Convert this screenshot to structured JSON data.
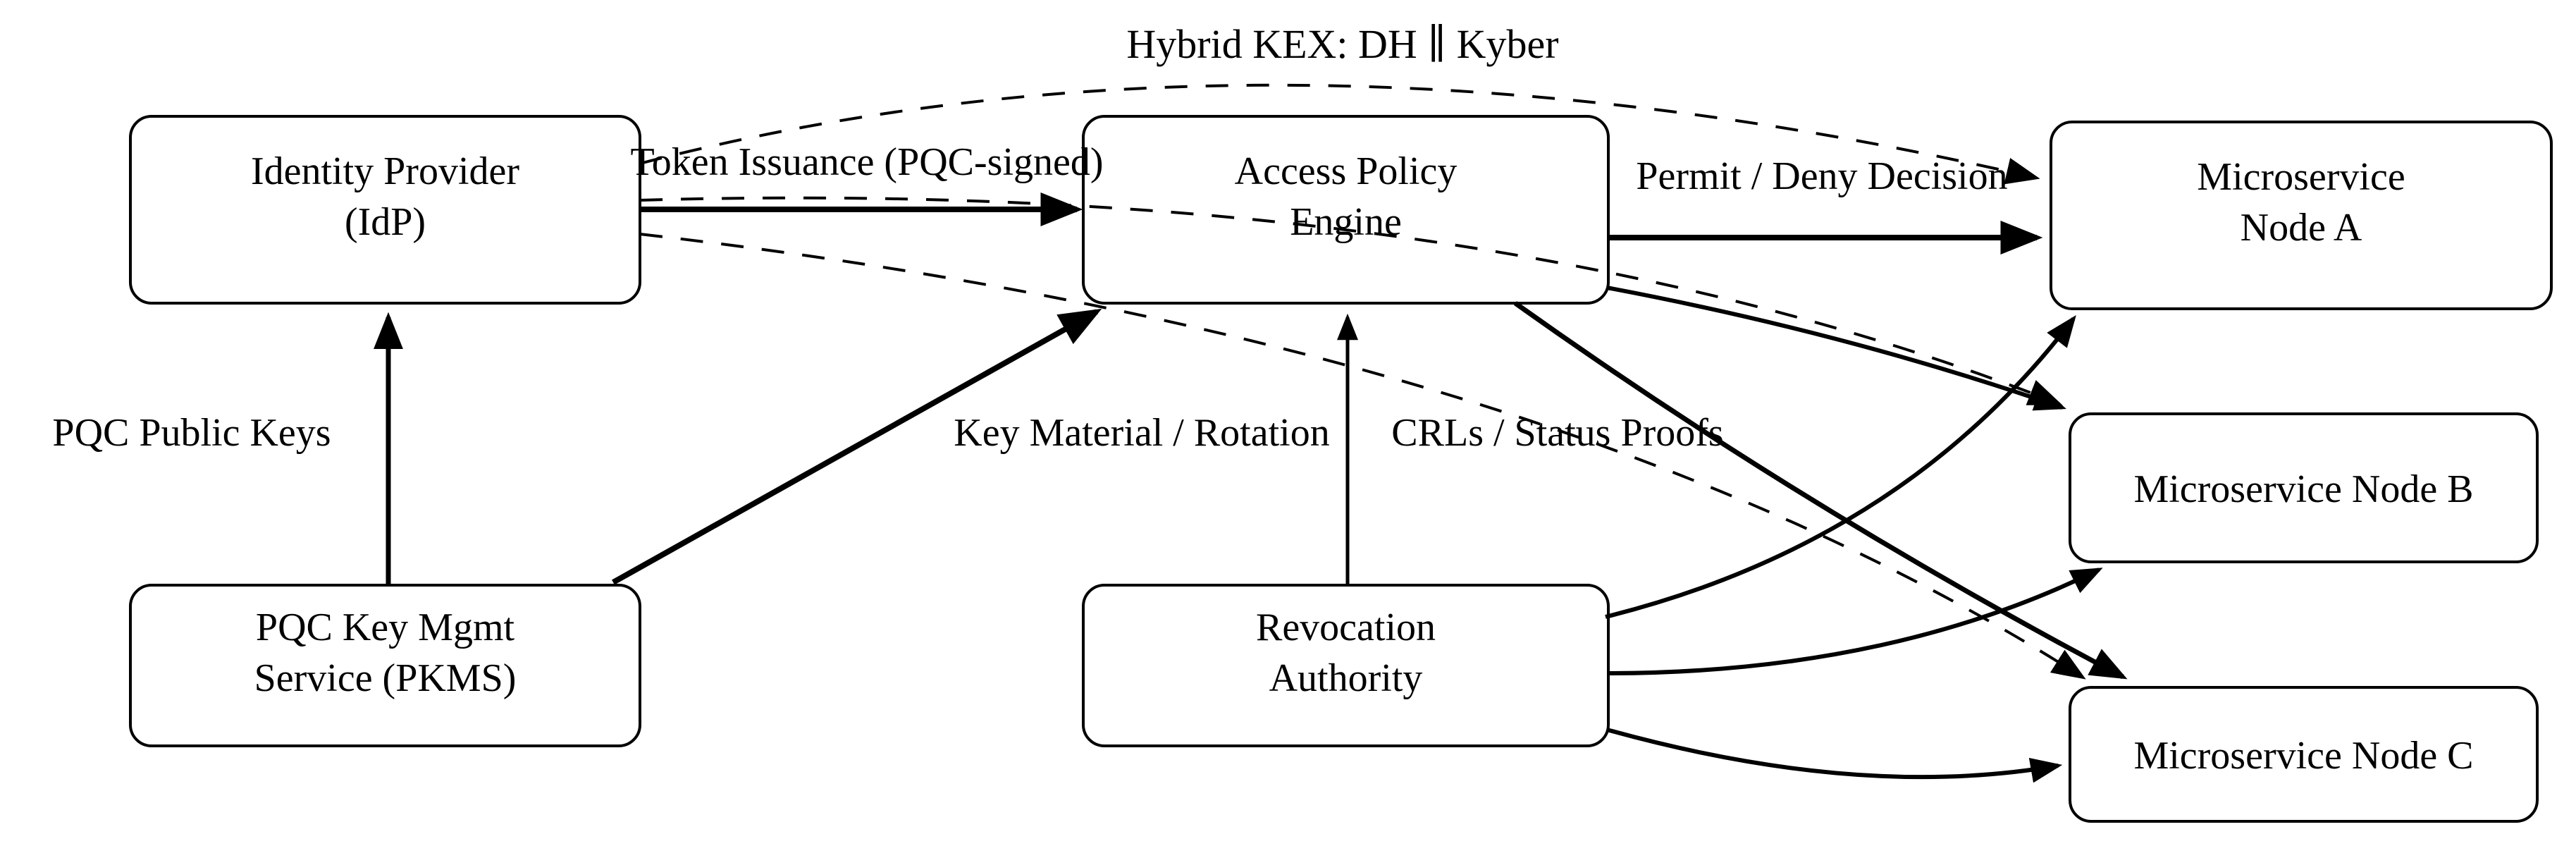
{
  "figure": {
    "title": "Hybrid KEX: DH ∥ Kyber",
    "background_color": "#ffffff",
    "line_color": "#000000"
  },
  "nodes": [
    {
      "id": "idp",
      "label_lines": [
        "Identity Provider",
        "(IdP)"
      ]
    },
    {
      "id": "ape",
      "label_lines": [
        "Access Policy",
        "Engine"
      ]
    },
    {
      "id": "node_a",
      "label_lines": [
        "Microservice",
        "Node A"
      ]
    },
    {
      "id": "pkms",
      "label_lines": [
        "PQC Key Mgmt",
        "Service (PKMS)"
      ]
    },
    {
      "id": "revauth",
      "label_lines": [
        "Revocation",
        "Authority"
      ]
    },
    {
      "id": "node_b",
      "label_lines": [
        "Microservice Node B"
      ]
    },
    {
      "id": "node_c",
      "label_lines": [
        "Microservice Node C"
      ]
    }
  ],
  "edges": [
    {
      "id": "token",
      "from": "idp",
      "to": "ape",
      "style": "solid",
      "label": "Token Issuance (PQC-signed)"
    },
    {
      "id": "permit",
      "from": "ape",
      "to": "node_a",
      "style": "solid",
      "label": "Permit / Deny Decision"
    },
    {
      "id": "pqc_keys",
      "from": "pkms",
      "to": "idp",
      "style": "solid",
      "label": "PQC Public Keys"
    },
    {
      "id": "key_material",
      "from": "pkms",
      "to": "ape",
      "style": "solid",
      "label": "Key Material / Rotation"
    },
    {
      "id": "crls",
      "from": "revauth",
      "to": "ape",
      "style": "solid",
      "label": "CRLs / Status Proofs"
    },
    {
      "id": "ape_b",
      "from": "ape",
      "to": "node_b",
      "style": "solid",
      "label": ""
    },
    {
      "id": "ape_c",
      "from": "ape",
      "to": "node_c",
      "style": "solid",
      "label": ""
    },
    {
      "id": "ra_a",
      "from": "revauth",
      "to": "node_a",
      "style": "solid",
      "label": ""
    },
    {
      "id": "ra_b",
      "from": "revauth",
      "to": "node_b",
      "style": "solid",
      "label": ""
    },
    {
      "id": "ra_c",
      "from": "revauth",
      "to": "node_c",
      "style": "solid",
      "label": ""
    },
    {
      "id": "kex_a",
      "from": "idp",
      "to": "node_a",
      "style": "dashed",
      "label": ""
    },
    {
      "id": "kex_b",
      "from": "idp",
      "to": "node_b",
      "style": "dashed",
      "label": ""
    },
    {
      "id": "kex_c",
      "from": "idp",
      "to": "node_c",
      "style": "dashed",
      "label": ""
    }
  ]
}
